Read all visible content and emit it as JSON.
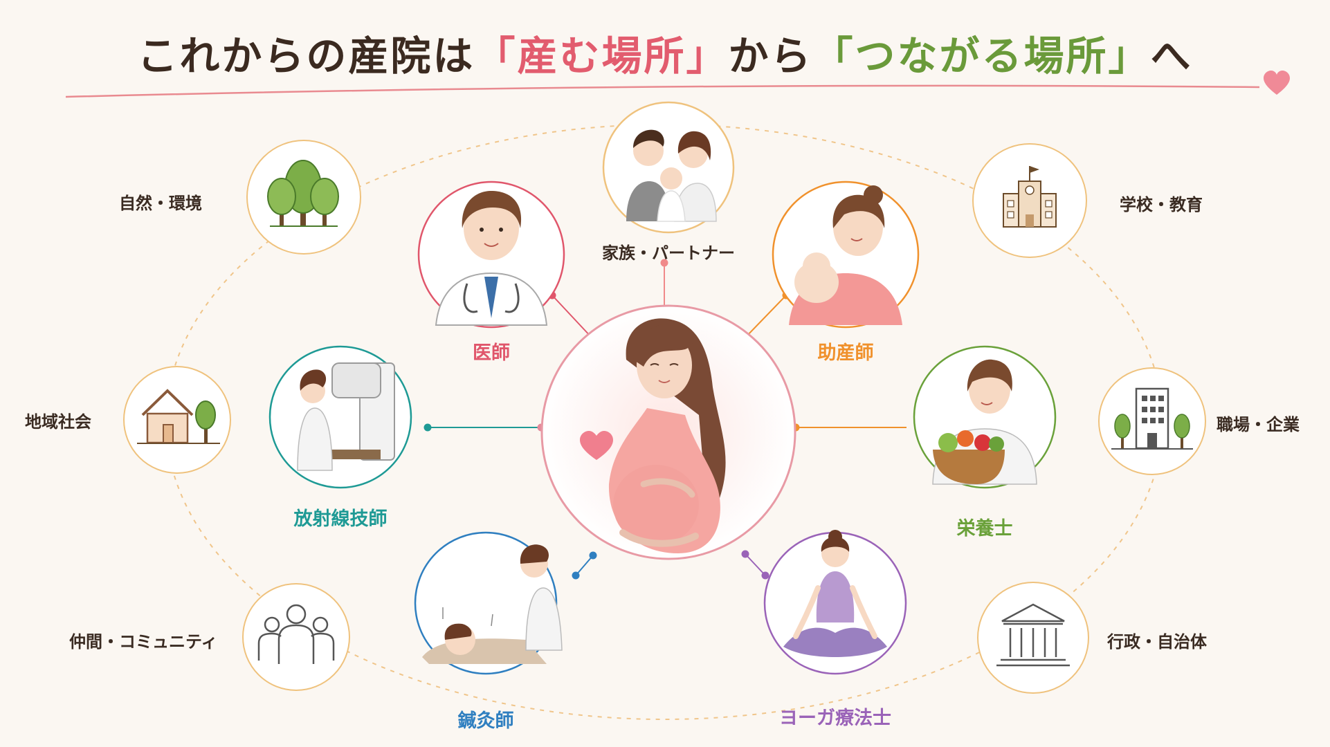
{
  "title": {
    "prefix": "これからの産院は",
    "open1": "「",
    "highlight1": "産む場所",
    "close1": "」",
    "mid": "から",
    "open2": "「",
    "highlight2": "つながる場所",
    "close2": "」",
    "suffix": "へ"
  },
  "colors": {
    "title_dark": "#3b2a20",
    "title_pink": "#e25c6e",
    "title_green": "#6a9a3a",
    "doctor": "#e0566b",
    "midwife": "#f0912c",
    "radiology": "#1e9a95",
    "nutrition": "#6aa13a",
    "acupuncture": "#2f7fc0",
    "yoga": "#9a63b8",
    "outer": "#f0c58a"
  },
  "center": {
    "icon": "pregnant-woman-icon"
  },
  "professionals": [
    {
      "label": "医師",
      "icon": "doctor-icon"
    },
    {
      "label": "家族・パートナー",
      "icon": "family-icon"
    },
    {
      "label": "助産師",
      "icon": "midwife-with-baby-icon"
    },
    {
      "label": "放射線技師",
      "icon": "mammography-technician-icon"
    },
    {
      "label": "栄養士",
      "icon": "nutritionist-vegetables-icon"
    },
    {
      "label": "鍼灸師",
      "icon": "acupuncturist-icon"
    },
    {
      "label": "ヨーガ療法士",
      "icon": "yoga-therapist-icon"
    }
  ],
  "community": [
    {
      "label": "自然・環境",
      "icon": "trees-icon"
    },
    {
      "label": "地域社会",
      "icon": "house-icon"
    },
    {
      "label": "仲間・コミュニティ",
      "icon": "people-group-icon"
    },
    {
      "label": "学校・教育",
      "icon": "school-icon"
    },
    {
      "label": "職場・企業",
      "icon": "office-building-icon"
    },
    {
      "label": "行政・自治体",
      "icon": "government-building-icon"
    }
  ]
}
